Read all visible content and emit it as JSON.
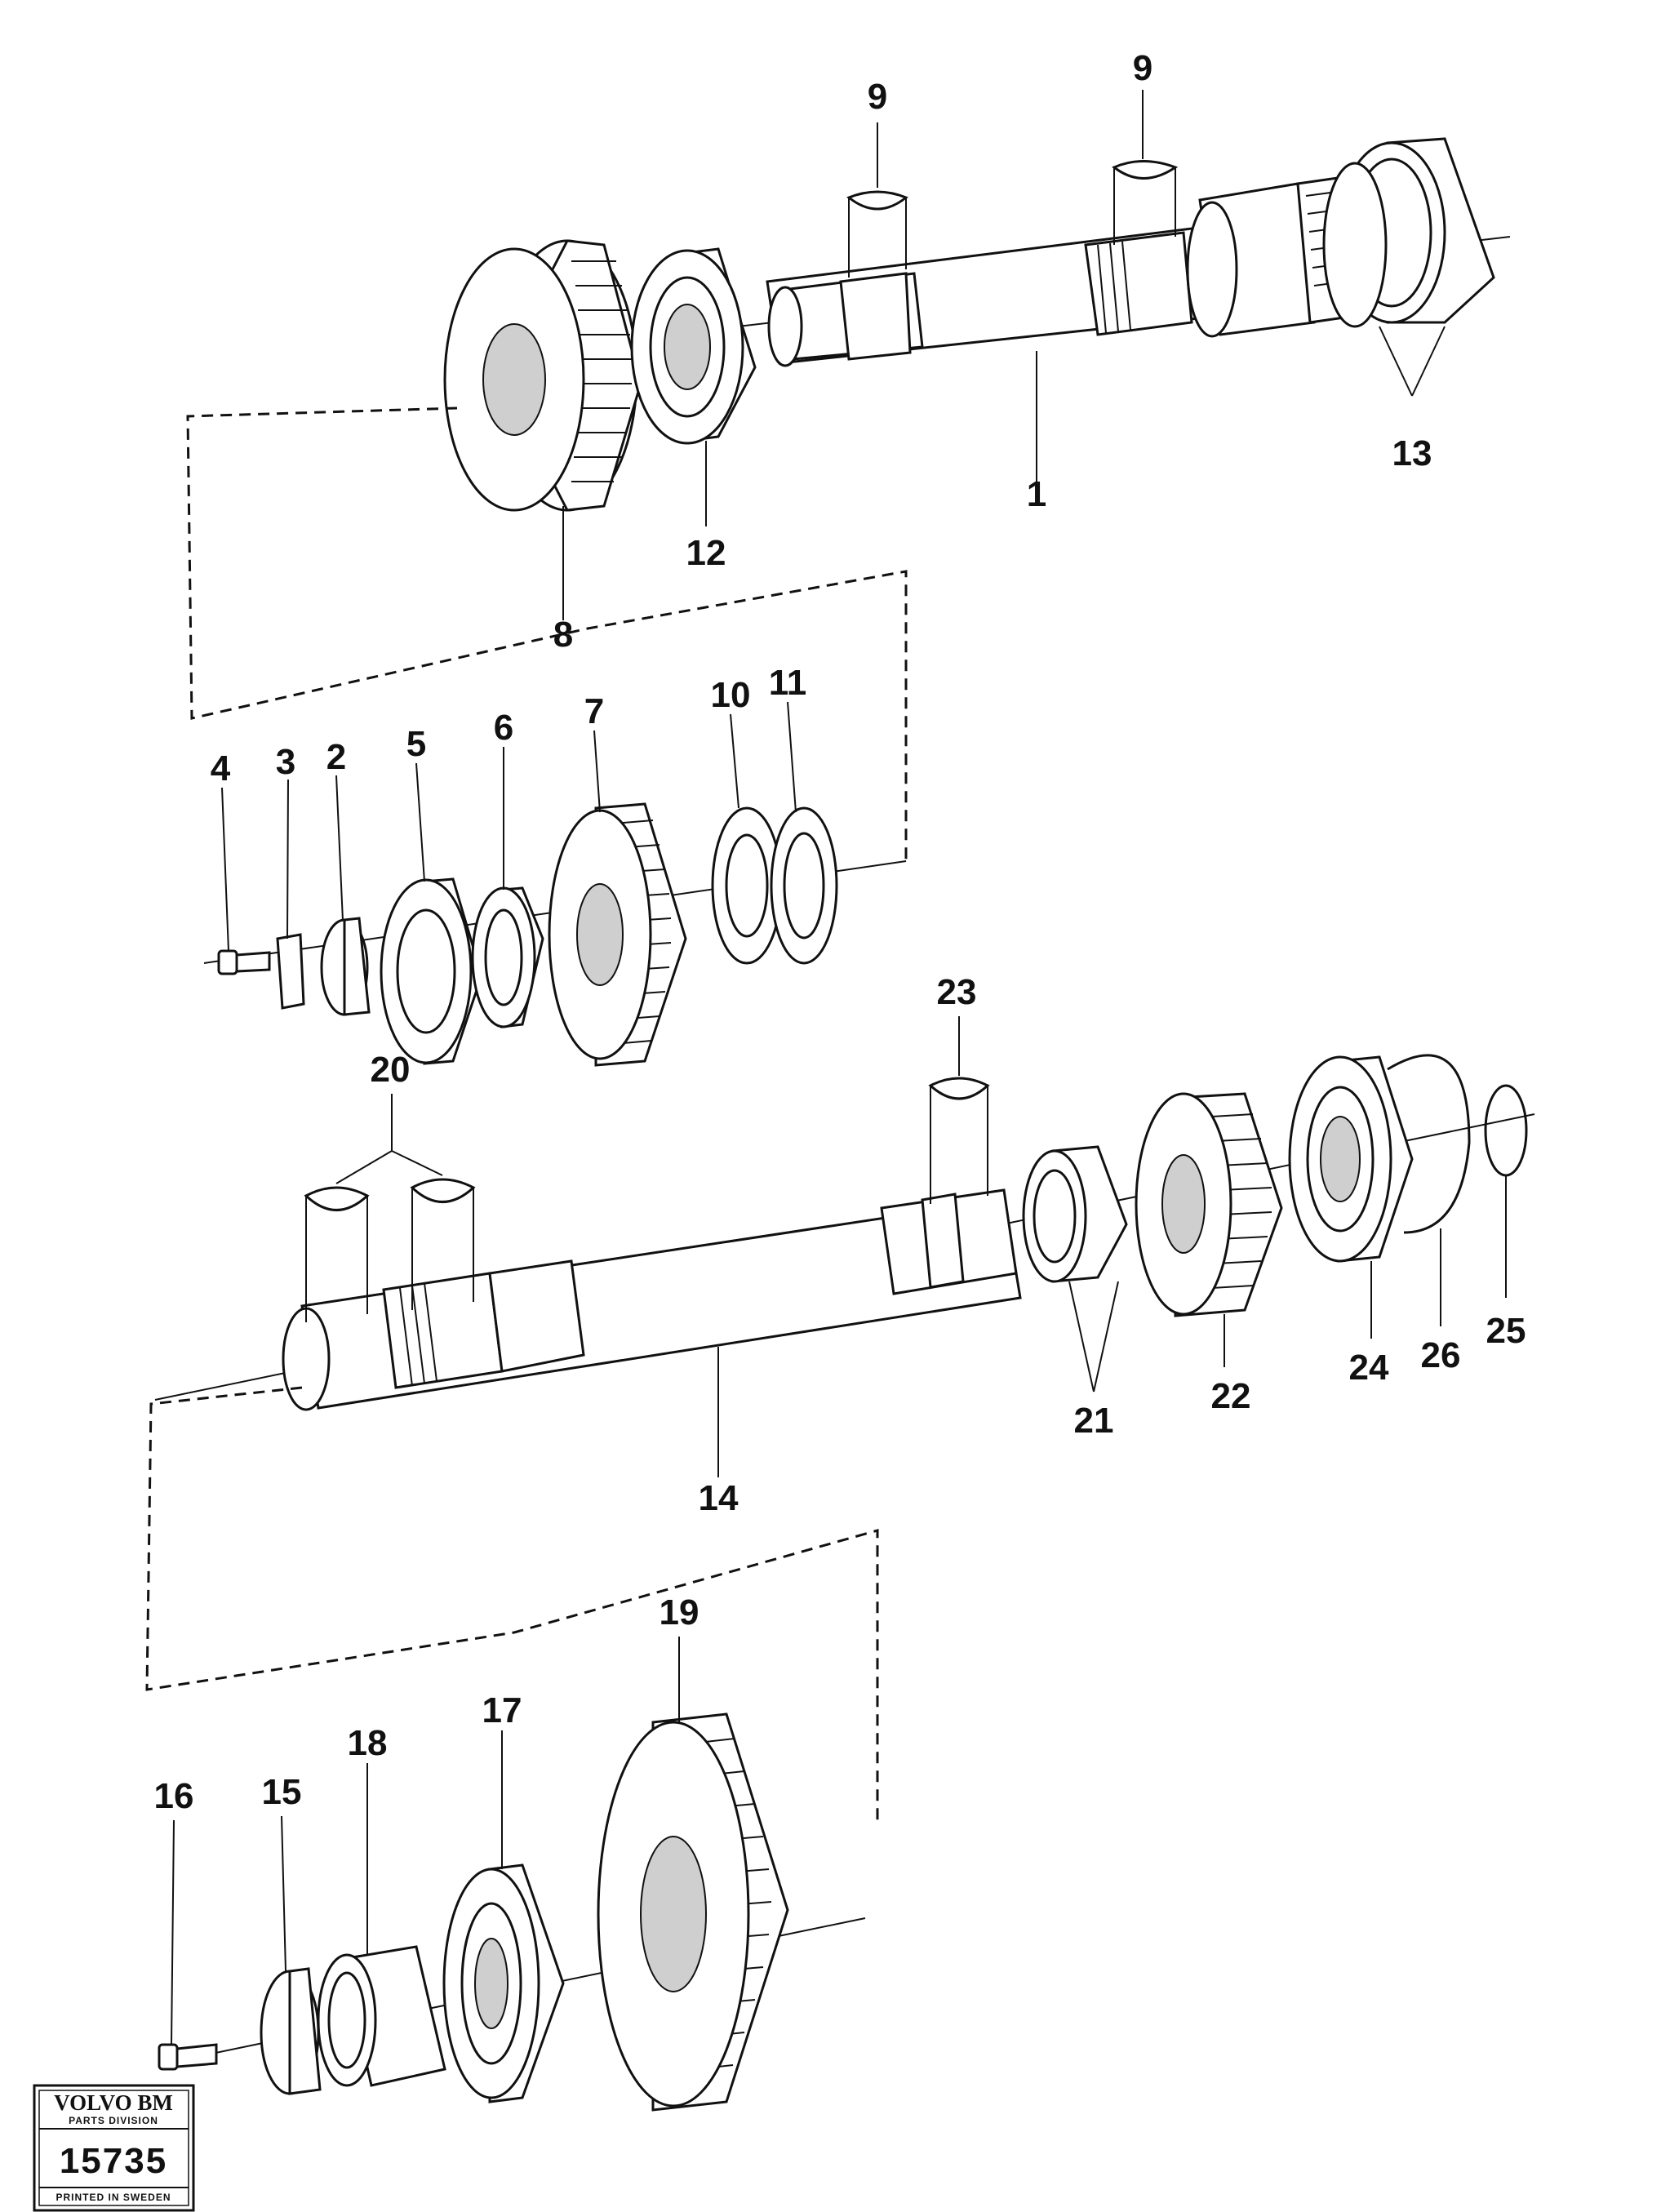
{
  "labels": {
    "p1": "1",
    "p2": "2",
    "p3": "3",
    "p4": "4",
    "p5": "5",
    "p6": "6",
    "p7": "7",
    "p8": "8",
    "p9a": "9",
    "p9b": "9",
    "p10": "10",
    "p11": "11",
    "p12": "12",
    "p13": "13",
    "p14": "14",
    "p15": "15",
    "p16": "16",
    "p17": "17",
    "p18": "18",
    "p19": "19",
    "p20": "20",
    "p21": "21",
    "p22": "22",
    "p23": "23",
    "p24": "24",
    "p25": "25",
    "p26": "26"
  },
  "stamp": {
    "brand": "VOLVO BM",
    "division": "PARTS DIVISION",
    "number": "15735",
    "printed": "PRINTED IN SWEDEN"
  }
}
